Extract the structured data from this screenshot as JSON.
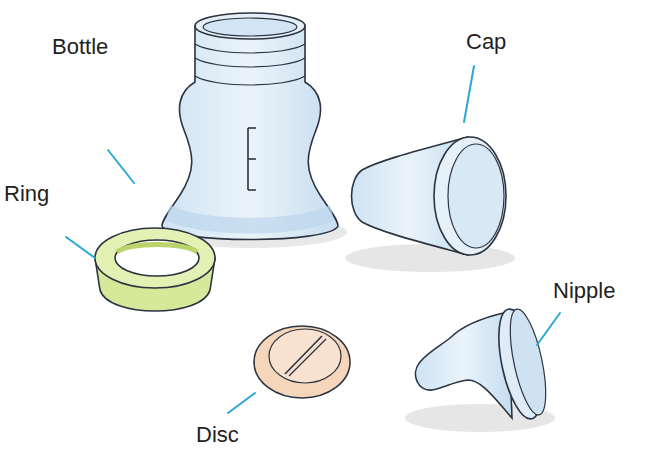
{
  "diagram": {
    "labels": [
      "Bottle",
      "Cap",
      "Ring",
      "Disc",
      "Nipple"
    ]
  }
}
